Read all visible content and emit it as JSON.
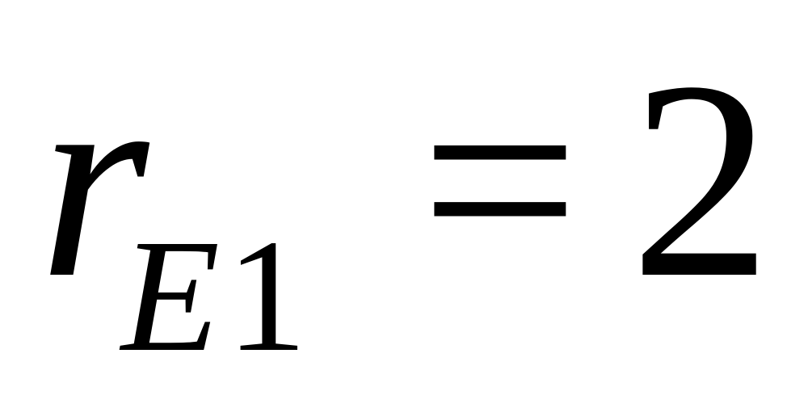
{
  "formula": {
    "variable": "r",
    "subscript_letter": "E",
    "subscript_number": "1",
    "operator": "=",
    "value": "2"
  }
}
